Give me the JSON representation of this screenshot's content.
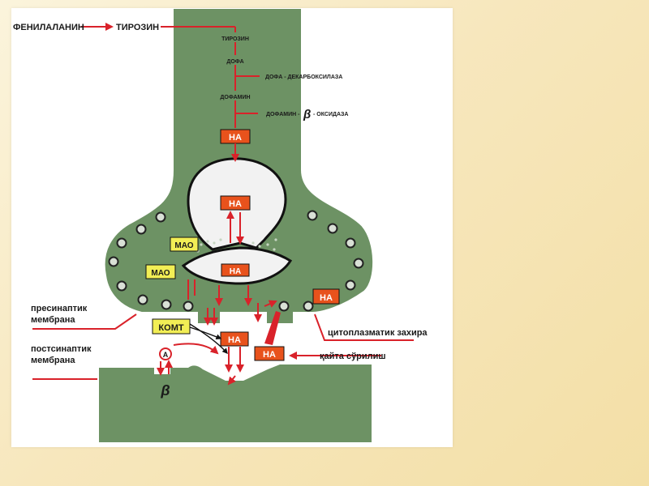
{
  "pathway": {
    "phenylalanine": "ФЕНИЛАЛАНИН",
    "tyrosine": "ТИРОЗИН",
    "tyrosine_inner": "ТИРОЗИН",
    "dopa": "ДОФА",
    "dopa_decarboxylase": "ДОФА - ДЕКАРБОКСИЛАЗА",
    "dopamine": "ДОФАМИН",
    "dopamine_oxidase_prefix": "ДОФАМИН -",
    "beta_symbol": "β",
    "dopamine_oxidase_suffix": "- ОКСИДАЗА"
  },
  "na_label": "НА",
  "mao_label": "МАО",
  "comt_label": "КОМТ",
  "receptor_a": "А",
  "receptor_beta": "β",
  "side_labels": {
    "presynaptic_line1": "пресинаптик",
    "presynaptic_line2": "мембрана",
    "postsynaptic_line1": "постсинаптик",
    "postsynaptic_line2": "мембрана",
    "cytoplasmic_reserve": "цитоплазматик захира",
    "reuptake": "қайта сўрилиш"
  },
  "colors": {
    "cell_green": "#6d9264",
    "na_box": "#e8521c",
    "mao_box": "#f2ee55",
    "arrow_red": "#d9222a",
    "outline": "#111111"
  }
}
